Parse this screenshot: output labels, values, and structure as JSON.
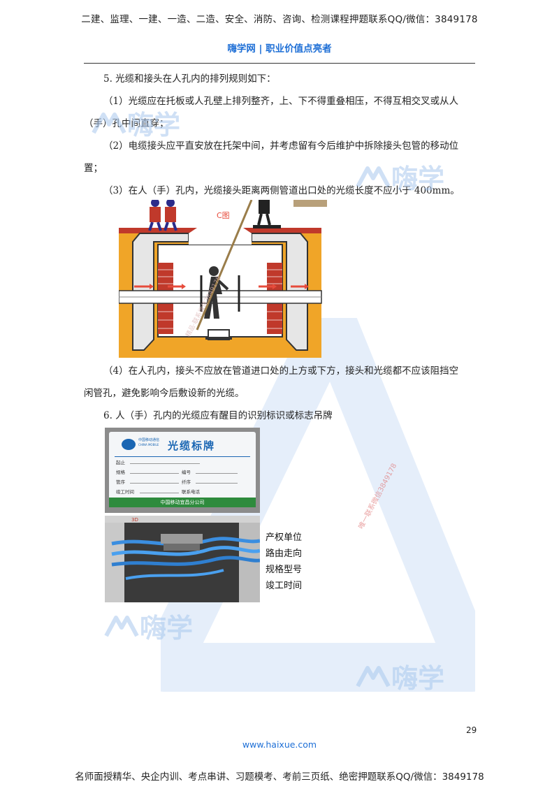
{
  "header": {
    "top_banner": "二建、监理、一建、一造、二造、安全、消防、咨询、检测课程押题联系QQ/微信：3849178",
    "site_name": "嗨学网 | 职业价值点亮者"
  },
  "content": {
    "p1": "5. 光缆和接头在人孔内的排列规则如下：",
    "p2_line1": "（1）光缆应在托板或人孔壁上排列整齐，上、下不得重叠相压，不得互相交叉或从人",
    "p2_line2": "（手）孔中间直穿；",
    "p3_line1": "（2）电缆接头应平直安放在托架中间，并考虑留有今后维护中拆除接头包管的移动位",
    "p3_line2": "置；",
    "p4": "（3）在人（手）孔内，光缆接头距离两侧管道出口处的光缆长度不应小于 400mm。",
    "p5_line1": "（4）在人孔内，接头不应放在管道进口处的上方或下方，接头和光缆都不应该阻挡空",
    "p5_line2": "闲管孔，避免影响今后敷设新的光缆。",
    "p6": "6. 人（手）孔内的光缆应有醒目的识别标识或标志吊牌"
  },
  "figure_manhole": {
    "label": "C图"
  },
  "figure_tag": {
    "company_small": "中国移动通信",
    "company_small_en": "CHINA MOBILE",
    "title": "光缆标牌",
    "fields": [
      "起止",
      "规格",
      "编号",
      "管序",
      "纤序",
      "竣工时间",
      "联系电话"
    ],
    "footer": "中国移动宜昌分公司"
  },
  "figure_photo": {
    "corner_label": "3D"
  },
  "captions": [
    "产权单位",
    "路由走向",
    "规格型号",
    "竣工时间"
  ],
  "watermarks": {
    "brand": "嗨学",
    "vertical_text": "唯一联系微信3849178",
    "vertical_text_2": "精品·联系微信3849178"
  },
  "footer": {
    "page_number": "29",
    "site_url": "www.haixue.com",
    "bottom_banner": "名师面授精华、央企内训、考点串讲、习题模考、考前三页纸、绝密押题联系QQ/微信：3849178"
  },
  "colors": {
    "brand_blue": "#1e6fd6",
    "watermark_blue": "#a9c8ee",
    "soil_orange": "#f0a528",
    "brick_red": "#c0392b"
  }
}
